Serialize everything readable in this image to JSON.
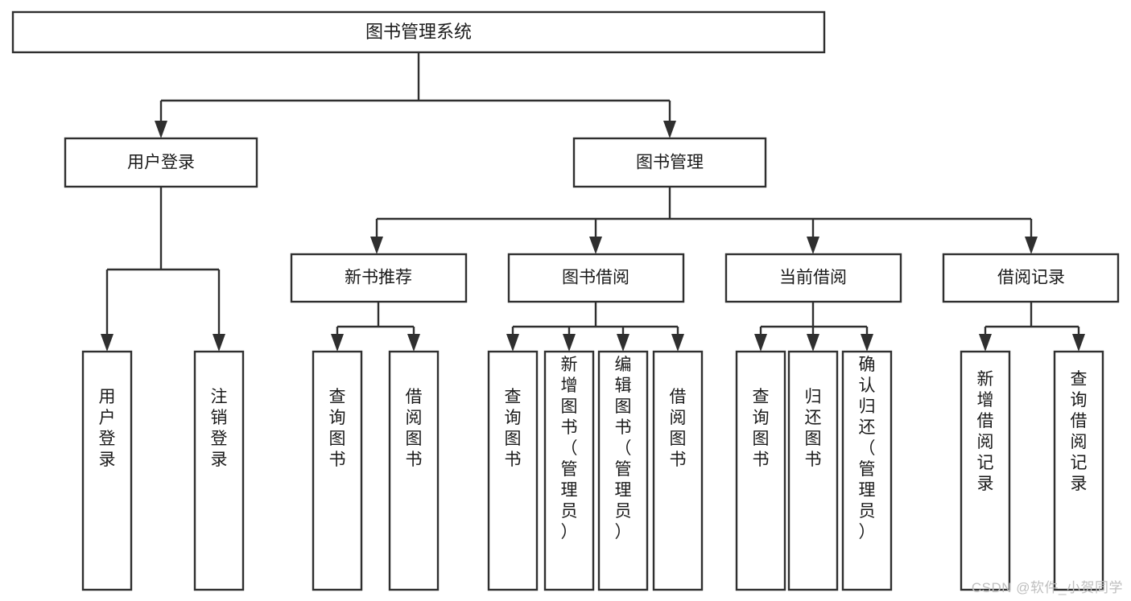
{
  "diagram": {
    "title": "图书管理系统",
    "type": "hierarchy-tree",
    "root": {
      "label": "图书管理系统"
    },
    "level2": [
      {
        "label": "用户登录"
      },
      {
        "label": "图书管理"
      }
    ],
    "level3": [
      {
        "label": "新书推荐"
      },
      {
        "label": "图书借阅"
      },
      {
        "label": "当前借阅"
      },
      {
        "label": "借阅记录"
      }
    ],
    "leaves": {
      "user_login": [
        {
          "label": "用户登录"
        },
        {
          "label": "注销登录"
        }
      ],
      "new_book_recommend": [
        {
          "label": "查询图书"
        },
        {
          "label": "借阅图书"
        }
      ],
      "book_borrow": [
        {
          "label": "查询图书"
        },
        {
          "label": "新增图书（管理员）"
        },
        {
          "label": "编辑图书（管理员）"
        },
        {
          "label": "借阅图书"
        }
      ],
      "current_borrow": [
        {
          "label": "查询图书"
        },
        {
          "label": "归还图书"
        },
        {
          "label": "确认归还（管理员）"
        }
      ],
      "borrow_record": [
        {
          "label": "新增借阅记录"
        },
        {
          "label": "查询借阅记录"
        }
      ]
    }
  },
  "watermark": {
    "text": "CSDN @软件_小贺同学"
  },
  "colors": {
    "stroke": "#2f2f2f",
    "fill": "#ffffff",
    "text": "#1a1a1a",
    "watermark": "#bfbfbf"
  }
}
